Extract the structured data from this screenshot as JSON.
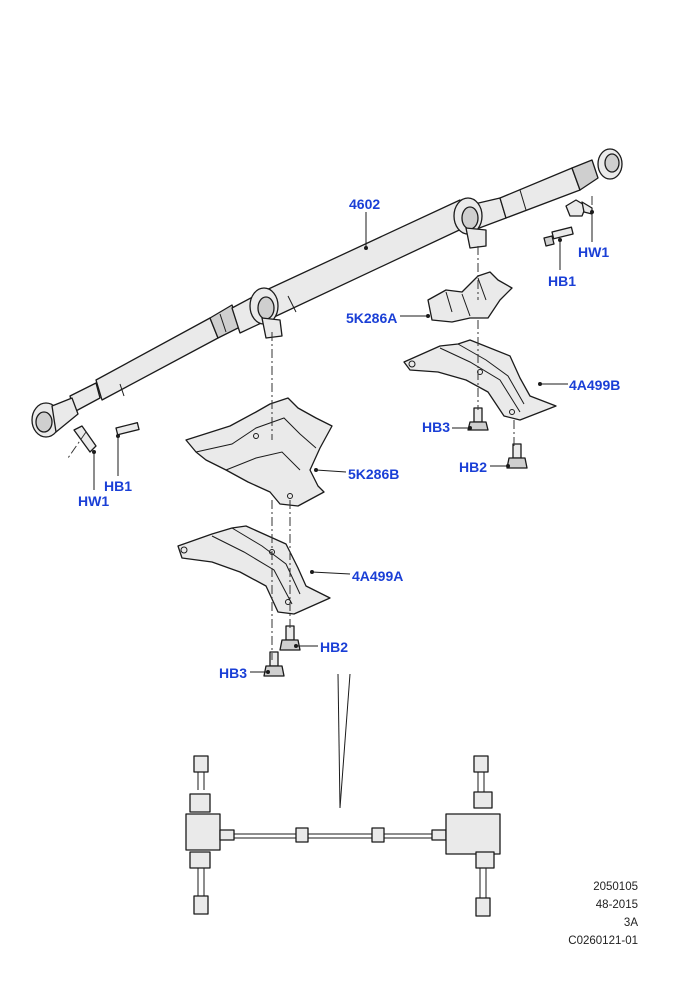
{
  "callouts": {
    "c4602": "4602",
    "c5k286a": "5K286A",
    "c4a499b": "4A499B",
    "chb3_right": "HB3",
    "chb2_right": "HB2",
    "chw1_right": "HW1",
    "chb1_right": "HB1",
    "chb1_left": "HB1",
    "chw1_left": "HW1",
    "c5k286b": "5K286B",
    "c4a499a": "4A499A",
    "chb2_left": "HB2",
    "chb3_left": "HB3"
  },
  "meta": {
    "line1": "2050105",
    "line2": "48-2015",
    "line3": "3A",
    "line4": "C0260121-01"
  },
  "colors": {
    "callout": "#1a3fd6",
    "line": "#1b1b1b"
  }
}
